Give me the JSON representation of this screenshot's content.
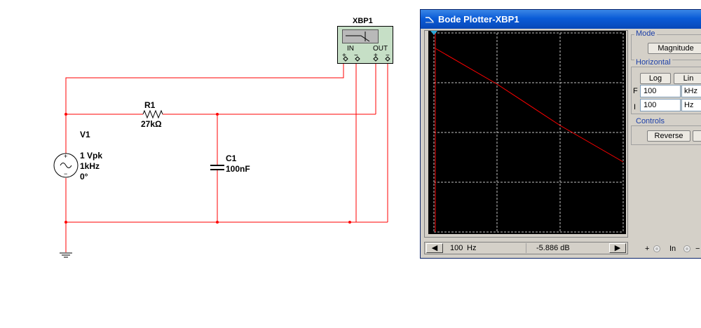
{
  "schematic": {
    "v1": {
      "name": "V1",
      "amplitude": "1 Vpk",
      "frequency": "1kHz",
      "phase": "0°"
    },
    "r1": {
      "name": "R1",
      "value": "27kΩ"
    },
    "c1": {
      "name": "C1",
      "value": "100nF"
    },
    "instrument": {
      "name": "XBP1",
      "in_label": "IN",
      "out_label": "OUT",
      "plus": "+",
      "minus": "−"
    },
    "wire_color": "#ff0000"
  },
  "bode": {
    "window_title": "Bode Plotter-XBP1",
    "cursor_frequency_value": "100",
    "cursor_frequency_unit": "Hz",
    "cursor_magnitude": "-5.886 dB",
    "mode_label": "Mode",
    "magnitude_button": "Magnitude",
    "horizontal_label": "Horizontal",
    "log_button": "Log",
    "lin_button": "Lin",
    "f_label": "F",
    "f_value": "100",
    "f_unit": "kHz",
    "i_label": "I",
    "i_value": "100",
    "i_unit": "Hz",
    "controls_label": "Controls",
    "reverse_button": "Reverse",
    "plus_label": "+",
    "in_label": "In",
    "minus_label": "−",
    "plot_bg_color": "#000000",
    "trace_color": "#ff0000",
    "grid_color": "#c0c0c0"
  }
}
